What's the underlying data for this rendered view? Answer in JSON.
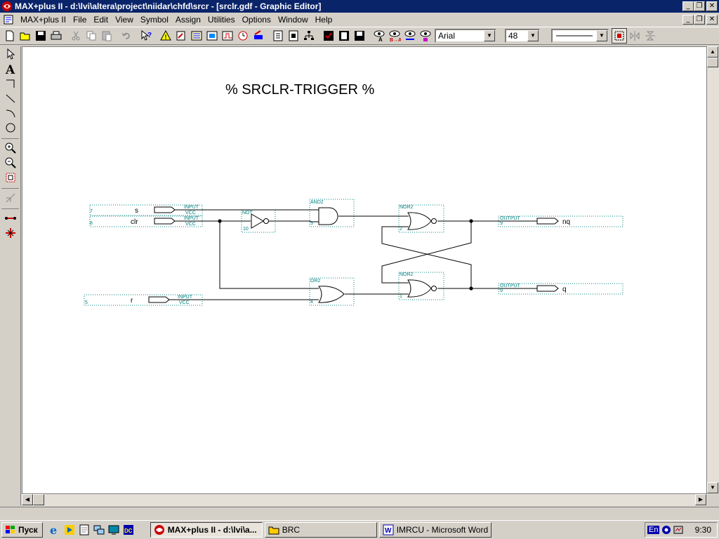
{
  "titlebar": {
    "title": "MAX+plus II - d:\\lvi\\altera\\project\\niidar\\chfd\\srcr - [srclr.gdf - Graphic Editor]"
  },
  "menu": {
    "items": [
      "MAX+plus II",
      "File",
      "Edit",
      "View",
      "Symbol",
      "Assign",
      "Utilities",
      "Options",
      "Window",
      "Help"
    ]
  },
  "toolbar": {
    "font_name": "Arial",
    "font_size": "48"
  },
  "schematic": {
    "heading": "% SRCLR-TRIGGER %",
    "pins": [
      {
        "name": "s",
        "type": "INPUT",
        "default": "VCC",
        "num": "7"
      },
      {
        "name": "clr",
        "type": "INPUT",
        "default": "VCC",
        "num": "8"
      },
      {
        "name": "r",
        "type": "INPUT",
        "default": "VCC",
        "num": "5"
      },
      {
        "name": "nq",
        "type": "OUTPUT",
        "num": "9"
      },
      {
        "name": "q",
        "type": "OUTPUT",
        "num": "9"
      }
    ],
    "gates": [
      {
        "type": "NOT",
        "num": "10"
      },
      {
        "type": "AND2",
        "num": "3"
      },
      {
        "type": "OR2",
        "num": "4"
      },
      {
        "type": "NOR2",
        "num": "2"
      },
      {
        "type": "NOR2",
        "num": "1"
      }
    ]
  },
  "taskbar": {
    "start_label": "Пуск",
    "tasks": [
      "MAX+plus II - d:\\lvi\\a...",
      "BRC",
      "IMRCU - Microsoft Word"
    ],
    "lang": "En",
    "clock": "9:30"
  },
  "colors": {
    "titlebar": "#0a246a",
    "schematic_label": "#008080",
    "wire": "#000000"
  }
}
